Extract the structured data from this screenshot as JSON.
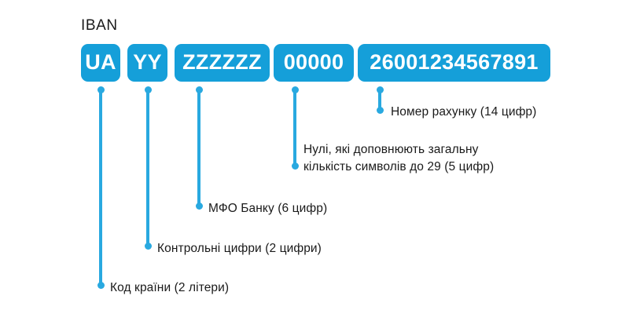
{
  "diagram": {
    "title": "IBAN",
    "accent_color": "#159fd9",
    "connector_color": "#29a9e0",
    "text_color": "#1a1a1a",
    "background_color": "#ffffff",
    "segments": [
      {
        "id": "country-code",
        "value": "UA",
        "caption": "Код країни (2 літери)"
      },
      {
        "id": "check-digits",
        "value": "YY",
        "caption": "Контрольні цифри (2 цифри)"
      },
      {
        "id": "bank-mfo",
        "value": "ZZZZZZ",
        "caption": "МФО Банку (6 цифр)"
      },
      {
        "id": "padding-zeros",
        "value": "00000",
        "caption": "Нулі, які доповнюють загальну\nкількість символів до 29 (5 цифр)"
      },
      {
        "id": "account-number",
        "value": "26001234567891",
        "caption": "Номер рахунку (14 цифр)"
      }
    ]
  }
}
